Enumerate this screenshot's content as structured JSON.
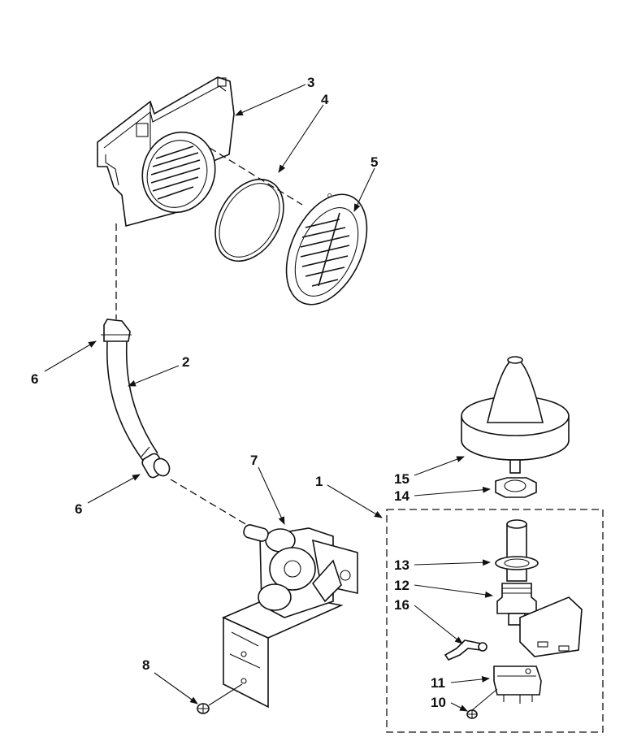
{
  "callouts": {
    "c1": "1",
    "c2": "2",
    "c3": "3",
    "c4": "4",
    "c5": "5",
    "c6a": "6",
    "c6b": "6",
    "c7": "7",
    "c8": "8",
    "c10": "10",
    "c11": "11",
    "c12": "12",
    "c13": "13",
    "c14": "14",
    "c15": "15",
    "c16": "16"
  }
}
